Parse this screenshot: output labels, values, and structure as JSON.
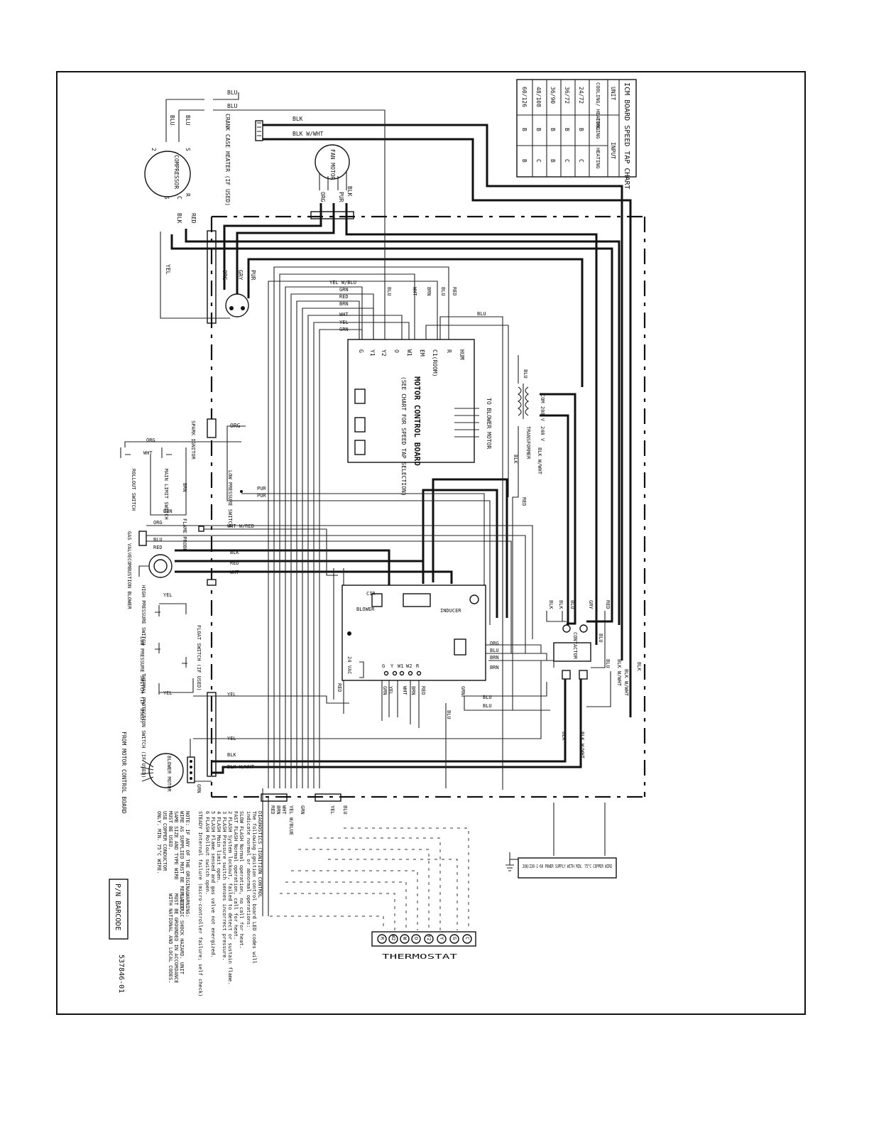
{
  "speed_tap_chart": {
    "title": "ICM BOARD SPEED TAP CHART",
    "headers": [
      "UNIT",
      "INPUT"
    ],
    "subheaders": [
      "COOLING/ HEATING",
      "COOLING",
      "HEATING"
    ],
    "rows": [
      [
        "24/72",
        "B",
        "C"
      ],
      [
        "36/72",
        "B",
        "C"
      ],
      [
        "36/90",
        "B",
        "B"
      ],
      [
        "48/108",
        "B",
        "C"
      ],
      [
        "60/126",
        "B",
        "B"
      ]
    ]
  },
  "components": {
    "compressor": "COMPRESSOR",
    "crankcase": "CRANK CASE HEATER (IF USED)",
    "fan_motor": "FAN MOTOR",
    "motor_control_board": "MOTOR CONTROL BOARD",
    "speed_tap_note": "(SEE CHART FOR SPEED TAP SELECTION)",
    "to_blower_motor": "TO BLOWER MOTOR",
    "transformer": "TRANSFORMER",
    "com_208": "COM 208 V",
    "v240": "240 V",
    "spark_ignitor": "SPARK IGNITOR",
    "low_pressure_switch": "LOW PRESSURE SWITCH",
    "rollout_switch": "ROLLOUT SWITCH",
    "main_limit_switch": "MAIN LIMIT SWITCH",
    "flame_probe": "FLAME PROBE",
    "gas_valve": "GAS VALVE",
    "combustion_blower": "COMBUSTION BLOWER",
    "high_pressure_switch": "HIGH PRESSURE SWITCH",
    "low_pressure_if_used": "LOW PRESSURE SWITCH (IF USED)",
    "float_switch": "FLOAT SWITCH (IF USED)",
    "thermal_protection": "THERMAL PROTECTION SWITCH (IF USED)",
    "blower_motor": "BLOWER MOTOR",
    "from_mcb": "FROM MOTOR CONTROL BOARD",
    "contactor": "CONTACTOR",
    "inducer": "INDUCER",
    "blower": "BLOWER",
    "cir": "CIR",
    "vac24": "24 VAC",
    "thermostat": "THERMOSTAT",
    "power_supply": "208/230-1-60 POWER SUPPLY WITH MIN. 75°C COPPER WIRE",
    "barcode": "P/N BARCODE",
    "part_number": "537846-01"
  },
  "terminals": {
    "mcb": [
      "G",
      "Y1",
      "Y2",
      "O",
      "W1",
      "EM",
      "C1(ROOM)",
      "R",
      "HUM"
    ],
    "ignition": [
      "G",
      "Y",
      "W1",
      "W2",
      "R"
    ],
    "thermostat": [
      "R",
      "W2",
      "W",
      "O",
      "Y2",
      "Y",
      "G",
      "C"
    ]
  },
  "wire_labels": {
    "blu": "BLU",
    "blk": "BLK",
    "blk_wht": "BLK W/WHT",
    "red": "RED",
    "org": "ORG",
    "pur": "PUR",
    "gry": "GRY",
    "yel": "YEL",
    "grn": "GRN",
    "brn": "BRN",
    "wht": "WHT",
    "yel_wblu": "YEL W/BLU",
    "wht_wred": "WHT W/RED",
    "yel_wblue": "YEL W/BLUE"
  },
  "notes": {
    "diagnostics": [
      "DIAGNOSTICS (IGNITION CONTROL",
      "The following ignition control board LED codes will",
      "indicate normal or abnormal operations:",
      "SLOW FLASH  Normal operation, no call for heat.",
      "FAST FLASH  Normal operation, call for heat.",
      "2 FLASH  System lockout, failed to detect or sustain flame.",
      "3 FLASH  Pressure switch senses incorrect pressure.",
      "4 FLASH  Main limit open.",
      "5 FLASH  Flame sensed and gas valve not energized.",
      "6 FLASH  Rollout switch open.",
      "STEADY  Internal failure (micro-controller failure; self check)"
    ],
    "note": [
      "NOTE: IF ANY OF THE ORIGINAL",
      "WIRE AS SUPPLIED MUST BE REPLACED,",
      "SAME SIZE AND TYPE WIRE",
      "MUST BE USED.",
      "USE COPPER CONDUCTOR",
      "ONLY. MIN. 75°C WIRE."
    ],
    "warning": [
      "WARNING:",
      "ELECTRIC SHOCK HAZARD. UNIT",
      "MUST BE GROUNDED IN ACCORDANCE",
      "WITH NATIONAL AND LOCAL CODES."
    ]
  }
}
